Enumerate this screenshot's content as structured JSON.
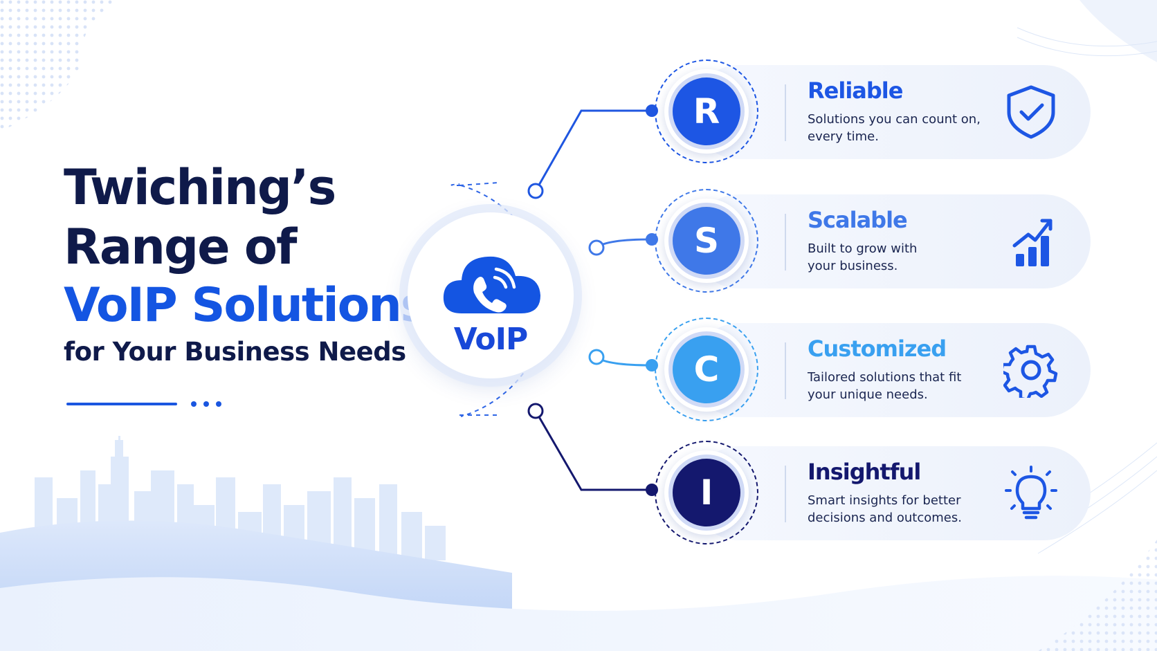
{
  "title": {
    "line1": "Twiching’s",
    "line2": "Range of",
    "line3": "VoIP Solutions",
    "line4": "for Your Business Needs"
  },
  "hub": {
    "label": "VoIP",
    "icon": "cloud-phone-icon"
  },
  "colors": {
    "navy": "#0f1a4a",
    "accent_blue": "#1455e2",
    "reliable": "#1d56e4",
    "scalable": "#3f78e8",
    "customized": "#39a0f0",
    "insightful": "#14186e"
  },
  "items": [
    {
      "letter": "R",
      "title": "Reliable",
      "description": "Solutions you can count on,\nevery time.",
      "icon": "shield-check-icon"
    },
    {
      "letter": "S",
      "title": "Scalable",
      "description": "Built to grow with\nyour business.",
      "icon": "growth-chart-icon"
    },
    {
      "letter": "C",
      "title": "Customized",
      "description": "Tailored solutions that fit\nyour unique needs.",
      "icon": "gear-icon"
    },
    {
      "letter": "I",
      "title": "Insightful",
      "description": "Smart insights for better\ndecisions and outcomes.",
      "icon": "lightbulb-icon"
    }
  ]
}
